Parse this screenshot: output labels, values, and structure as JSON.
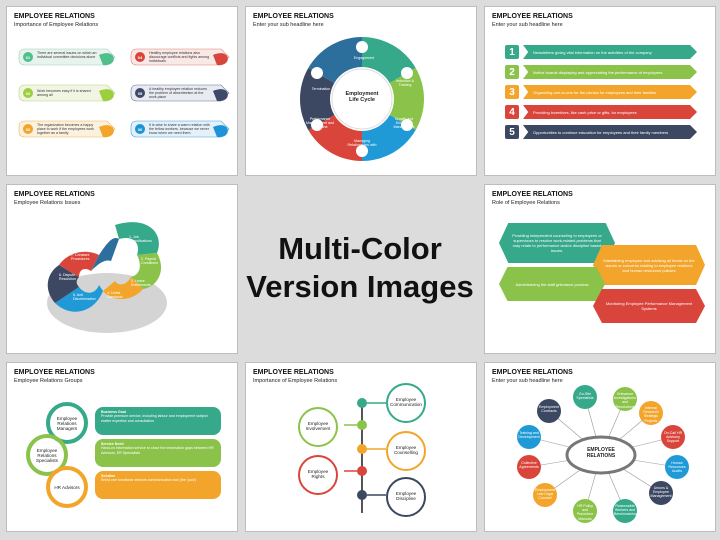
{
  "center": {
    "line1": "Multi-Color",
    "line2": "Version Images"
  },
  "slides": {
    "s1": {
      "title": "EMPLOYEE RELATIONS",
      "sub": "Importance of Employee Relations",
      "items": [
        {
          "num": "01",
          "text": "There are several issues on which an individual committee decisions alone"
        },
        {
          "num": "02",
          "text": "Work becomes easy if it is shared among all"
        },
        {
          "num": "03",
          "text": "The organization becomes a happy place to work if the employees work together as a family"
        },
        {
          "num": "04",
          "text": "Healthy employee relations also discourage conflicts and fights among individuals"
        },
        {
          "num": "05",
          "text": "A healthy employee relation reduces the problem of absenteeism at the work place"
        },
        {
          "num": "06",
          "text": "It is wise to share a warm relation with the fellow workers, because we never know when we need them"
        }
      ]
    },
    "s2": {
      "title": "EMPLOYEE RELATIONS",
      "sub": "Enter your sub headline here",
      "center": "Employment Life Cycle",
      "segments": [
        "Engagement",
        "Induction & Training",
        "Growth and Employee Management",
        "Managing Relationships with Labour",
        "Performance Management and Discipline",
        "Termination"
      ]
    },
    "s3": {
      "title": "EMPLOYEE RELATIONS",
      "sub": "Enter your sub headline here",
      "rows": [
        {
          "n": "1",
          "text": "Newsletters giving vital information on the activities of the company"
        },
        {
          "n": "2",
          "text": "Notice boards displaying and appreciating the performance of employees"
        },
        {
          "n": "3",
          "text": "Organizing one-to-one for the picnics for employees and their families"
        },
        {
          "n": "4",
          "text": "Providing incentives, like cash prize or gifts, for employees"
        },
        {
          "n": "5",
          "text": "Opportunities to continue education for employees and their family members"
        }
      ]
    },
    "s4": {
      "title": "EMPLOYEE RELATIONS",
      "sub": "Employee Relations Issues",
      "labels": [
        "1. Job Classifications",
        "2. Payroll Conditions",
        "3. Leave Entitlements",
        "4. Unfair Dismissal",
        "5. Anti Discrimination",
        "6. Dispute Resolution",
        "7. Constant Procedures"
      ]
    },
    "s5": {
      "title": "EMPLOYEE RELATIONS",
      "sub": "Role of Employee Relations",
      "hexes": [
        "Providing independent counseling to employees or supervisors to resolve work-related problems that may relate to performance and/or discipline based issues.",
        "Maintaining employee and advising all levels on the issues or concerns relating to employee relations and human resources policies",
        "Administering the staff grievance process",
        "Monitoring Employee Performance Management Systems"
      ]
    },
    "s6": {
      "title": "EMPLOYEE RELATIONS",
      "sub": "Employee Relations Groups",
      "circles": [
        "Employee Relations Managers",
        "Employee Relations Specialists",
        "HR Advisors"
      ],
      "pills": [
        {
          "head": "Business Goal",
          "text": "Provide premium service, including labour and employment subject matter expertise and consultation"
        },
        {
          "head": "Service Need",
          "text": "Hand-on information service to close the information gaps between HR Advisors, ER Specialists"
        },
        {
          "head": "Solution",
          "text": "Enlist one functional network communication tool (the 'pool')"
        }
      ]
    },
    "s7": {
      "title": "EMPLOYEE RELATIONS",
      "sub": "Importance of Employee Relations",
      "nodes": [
        "Employee Communication",
        "Employee Involvement",
        "Employee Counselling",
        "Employee Rights",
        "Employee Discipline"
      ]
    },
    "s8": {
      "title": "EMPLOYEE RELATIONS",
      "sub": "Enter your sub headline here",
      "center": "EMPLOYEE RELATIONS",
      "spokes": [
        "Go-Site Specialists",
        "Grievance Investigations and Resolutions",
        "Internal Research Strategic Projects",
        "On-Call HR Advisory Support",
        "Human Resources Audits",
        "Unions & Employee Management",
        "Reasonable Workers and Benchmarking",
        "HR Policy and Procedure Manuals",
        "Employment Law Legal Counsel",
        "Collective Agreements",
        "Training and Development",
        "Employment Contracts"
      ]
    }
  }
}
